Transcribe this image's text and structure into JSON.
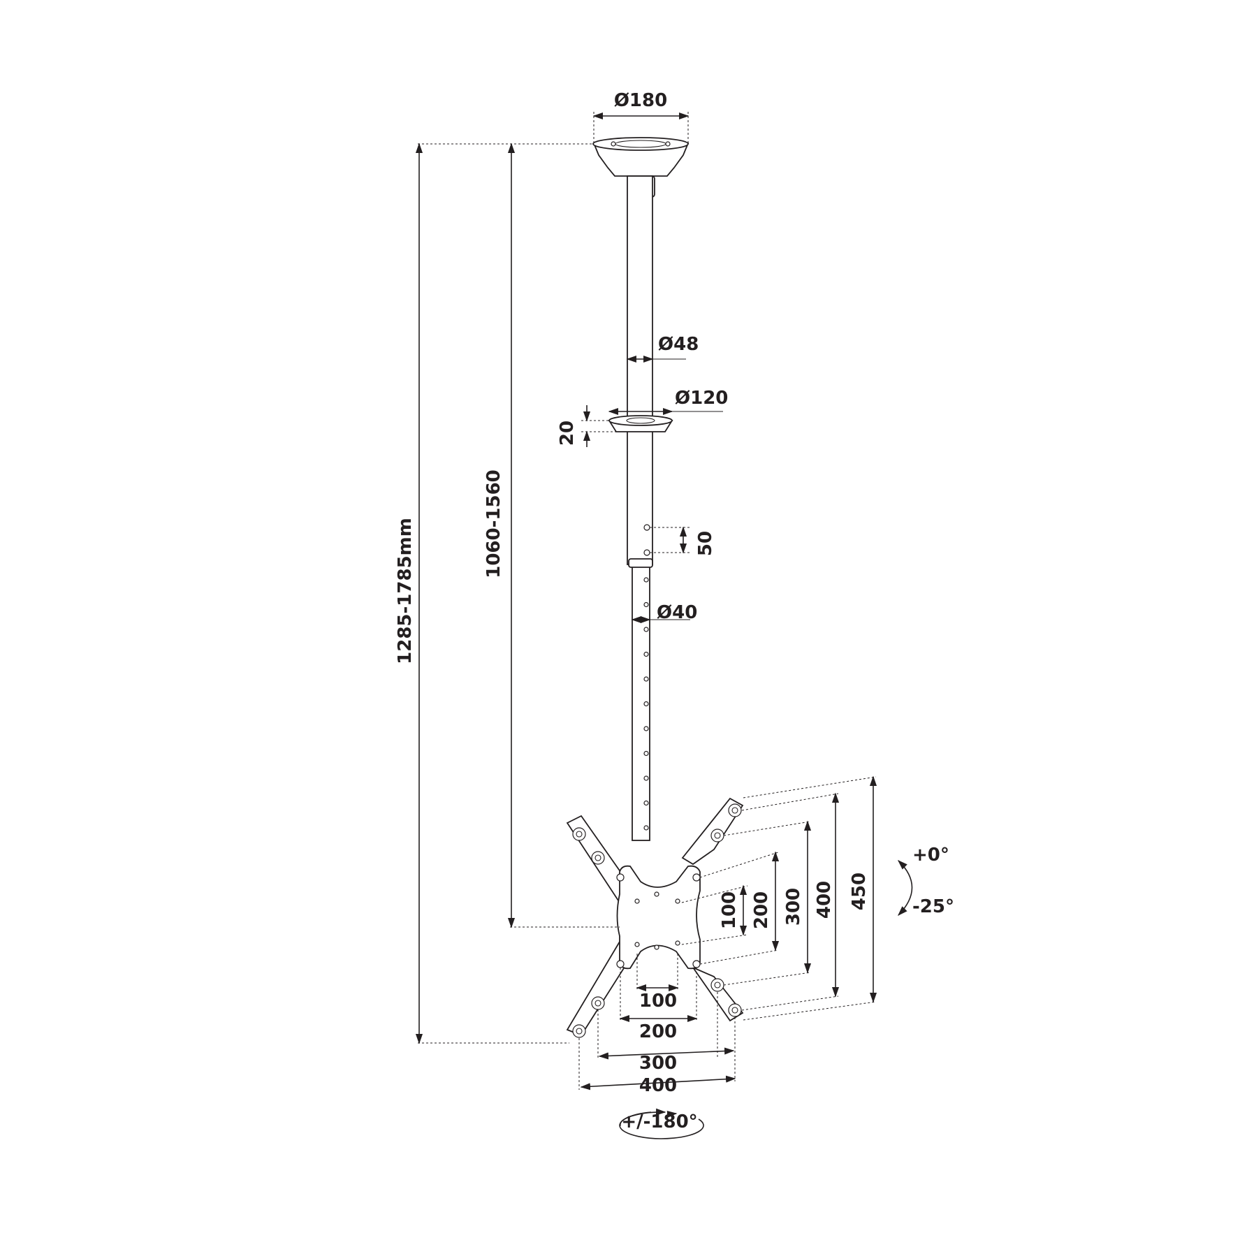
{
  "dimensions": {
    "base_plate_diameter": "Ø180",
    "upper_pole_diameter": "Ø48",
    "cover_diameter": "Ø120",
    "cover_height": "20",
    "hole_spacing": "50",
    "lower_pole_diameter": "Ø40",
    "total_height": "1285-1785mm",
    "pole_length": "1060-1560",
    "vesa_horizontal": [
      "100",
      "200",
      "300",
      "400"
    ],
    "vesa_vertical": [
      "100",
      "200",
      "300",
      "400",
      "450"
    ],
    "tilt_up": "+0°",
    "tilt_down": "-25°",
    "swivel": "+/-180°"
  },
  "colors": {
    "line": "#231f20",
    "background": "#ffffff"
  }
}
